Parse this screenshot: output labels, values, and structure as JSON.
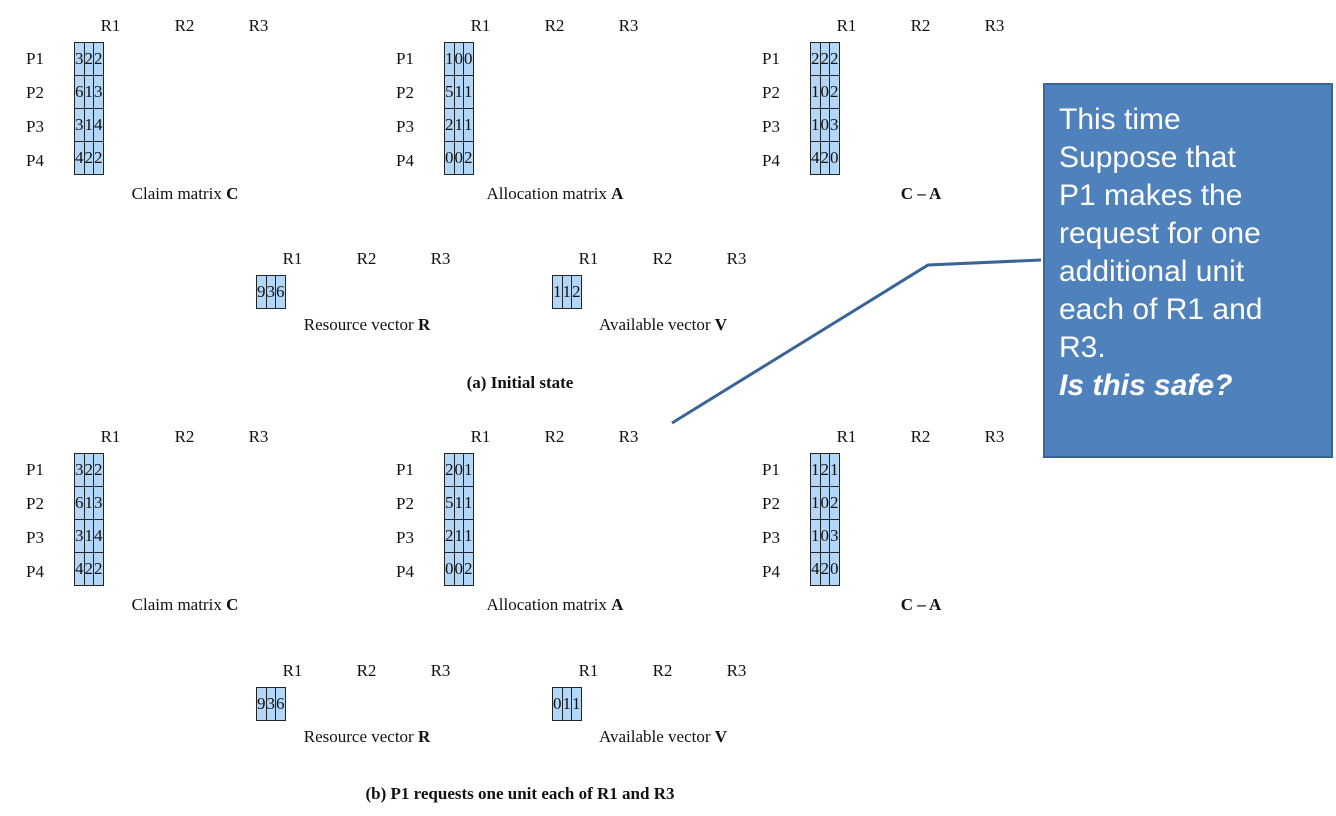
{
  "col_headers": [
    "R1",
    "R2",
    "R3"
  ],
  "row_labels": [
    "P1",
    "P2",
    "P3",
    "P4"
  ],
  "part_a": {
    "claim": {
      "values": [
        [
          3,
          2,
          2
        ],
        [
          6,
          1,
          3
        ],
        [
          3,
          1,
          4
        ],
        [
          4,
          2,
          2
        ]
      ],
      "caption": "Claim matrix",
      "symbol": "C"
    },
    "allocation": {
      "values": [
        [
          1,
          0,
          0
        ],
        [
          5,
          1,
          1
        ],
        [
          2,
          1,
          1
        ],
        [
          0,
          0,
          2
        ]
      ],
      "caption": "Allocation matrix",
      "symbol": "A"
    },
    "diff": {
      "values": [
        [
          2,
          2,
          2
        ],
        [
          1,
          0,
          2
        ],
        [
          1,
          0,
          3
        ],
        [
          4,
          2,
          0
        ]
      ],
      "caption": "C – A"
    },
    "resource": {
      "values": [
        9,
        3,
        6
      ],
      "caption": "Resource vector",
      "symbol": "R"
    },
    "available": {
      "values": [
        1,
        1,
        2
      ],
      "caption": "Available vector",
      "symbol": "V"
    },
    "state_caption": "(a) Initial state"
  },
  "part_b": {
    "claim": {
      "values": [
        [
          3,
          2,
          2
        ],
        [
          6,
          1,
          3
        ],
        [
          3,
          1,
          4
        ],
        [
          4,
          2,
          2
        ]
      ],
      "caption": "Claim matrix",
      "symbol": "C"
    },
    "allocation": {
      "values": [
        [
          2,
          0,
          1
        ],
        [
          5,
          1,
          1
        ],
        [
          2,
          1,
          1
        ],
        [
          0,
          0,
          2
        ]
      ],
      "caption": "Allocation matrix",
      "symbol": "A"
    },
    "diff": {
      "values": [
        [
          1,
          2,
          1
        ],
        [
          1,
          0,
          2
        ],
        [
          1,
          0,
          3
        ],
        [
          4,
          2,
          0
        ]
      ],
      "caption": "C – A"
    },
    "resource": {
      "values": [
        9,
        3,
        6
      ],
      "caption": "Resource vector",
      "symbol": "R"
    },
    "available": {
      "values": [
        0,
        1,
        1
      ],
      "caption": "Available vector",
      "symbol": "V"
    },
    "state_caption": "(b) P1 requests one unit each of R1 and R3"
  },
  "callout": {
    "lines": [
      "This time",
      "Suppose that",
      "P1 makes the",
      "request for one",
      "additional unit",
      "each of R1 and",
      "R3."
    ],
    "question": "Is this safe?"
  },
  "colors": {
    "cell_fill": "#b3d7f9",
    "callout_fill": "#4f81bd",
    "leader_line": "#3a6396"
  }
}
